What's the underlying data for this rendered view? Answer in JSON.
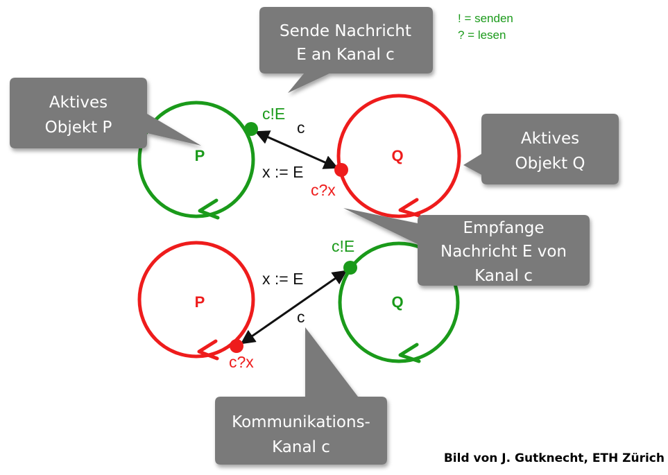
{
  "colors": {
    "green": "#1a9a1a",
    "red": "#ee1c1c",
    "callout": "#7a7a7a",
    "arrow": "#111111"
  },
  "legend": {
    "send": "! = senden",
    "read": "? = lesen"
  },
  "callouts": {
    "send_msg": [
      "Sende Nachricht",
      "E an Kanal c"
    ],
    "active_p": [
      "Aktives",
      "Objekt P"
    ],
    "active_q": [
      "Aktives",
      "Objekt Q"
    ],
    "receive_msg": [
      "Empfange",
      "Nachricht E von",
      "Kanal c"
    ],
    "channel": [
      "Kommunikations-",
      "Kanal c"
    ]
  },
  "top": {
    "p_label": "P",
    "q_label": "Q",
    "send_port": "c!E",
    "recv_port": "c?x",
    "channel": "c",
    "assign": "x := E"
  },
  "bottom": {
    "p_label": "P",
    "q_label": "Q",
    "send_port": "c!E",
    "recv_port": "c?x",
    "channel": "c",
    "assign": "x := E"
  },
  "credit": "Bild von J. Gutknecht, ETH Zürich"
}
